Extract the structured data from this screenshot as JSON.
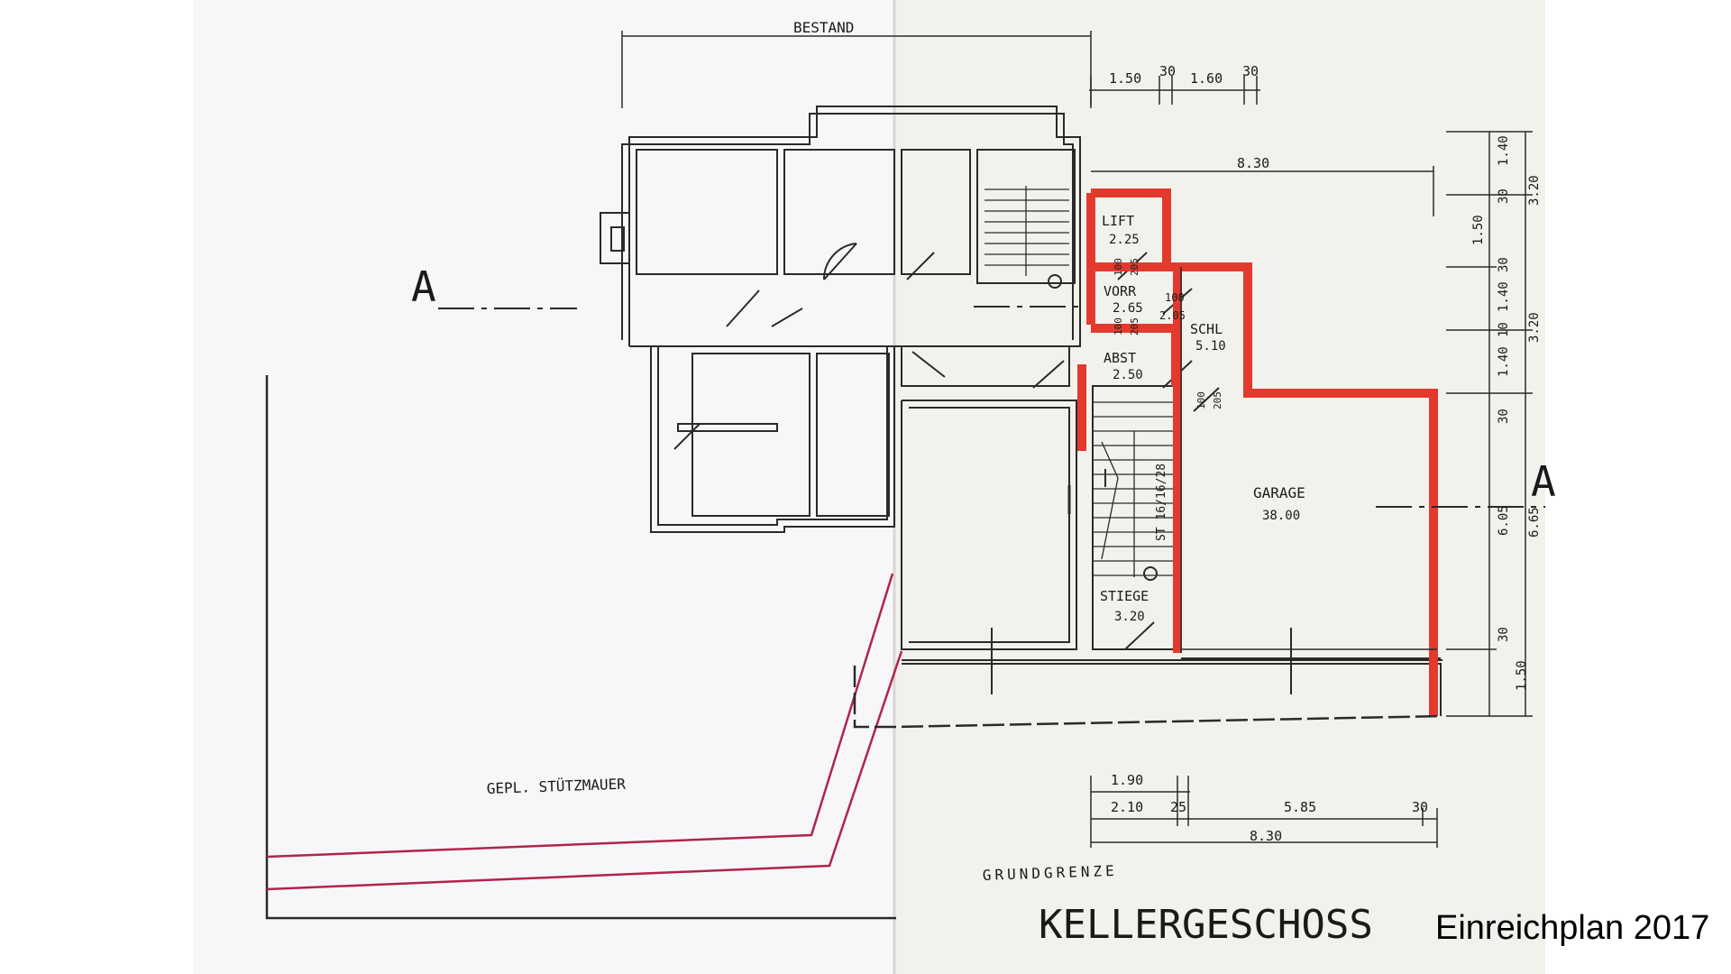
{
  "drawing": {
    "section_label_left": "A",
    "section_label_right": "A",
    "existing_label": "BESTAND",
    "sheet_title": "KELLERGESCHOSS",
    "retaining_wall_label": "GEPL. STÜTZMAUER",
    "property_line_label": "GRUNDGRENZE"
  },
  "rooms": {
    "lift": {
      "name": "LIFT",
      "area": "2.25"
    },
    "vorr": {
      "name": "VORR",
      "area": "2.65"
    },
    "schl": {
      "name": "SCHL",
      "area": "5.10"
    },
    "abst": {
      "name": "ABST",
      "area": "2.50"
    },
    "garage": {
      "name": "GARAGE",
      "area": "38.00"
    },
    "stiege": {
      "name": "STIEGE",
      "area": "3.20"
    }
  },
  "door_marks": {
    "lift_door": [
      "100",
      "205"
    ],
    "vorr_door": [
      "100",
      "2.05"
    ],
    "abst_door": [
      "100",
      "205"
    ],
    "schl_door": [
      "100",
      "205"
    ]
  },
  "stair_label": "ST 16/16/28",
  "dimensions": {
    "top_row": [
      "1.50",
      "30",
      "1.60",
      "30"
    ],
    "top_width": "8.30",
    "right_col1": [
      "1.40",
      "30",
      "1.50",
      "30",
      "1.40",
      "10",
      "1.40",
      "30",
      "6.05",
      "30",
      "1.50"
    ],
    "right_col2": [
      "3.20",
      "3.20",
      "6.65"
    ],
    "bottom_row1": [
      "1.90"
    ],
    "bottom_row2": [
      "2.10",
      "25",
      "5.85",
      "30"
    ],
    "bottom_total": "8.30"
  },
  "caption": "Einreichplan 2017",
  "colors": {
    "paper_left": "#f7f7fa",
    "paper_right": "#f3f1ec",
    "ink": "#2a2a2a",
    "new_wall": "#e23b2e",
    "retaining_wall": "#b0254a"
  }
}
